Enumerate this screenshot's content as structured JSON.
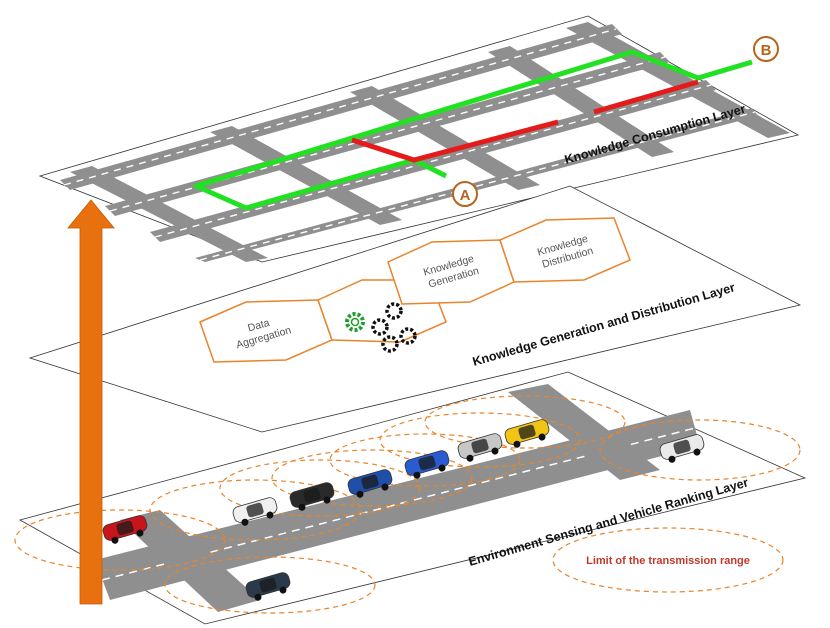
{
  "layers": {
    "consumption": "Knowledge Consumption Layer",
    "generation": "Knowledge Generation and Distribution Layer",
    "sensing": "Environment Sensing and Vehicle Ranking Layer"
  },
  "points": {
    "a": "A",
    "b": "B"
  },
  "stages": {
    "aggregation": [
      "Data",
      "Aggregation"
    ],
    "generation": [
      "Knowledge",
      "Generation"
    ],
    "distribution": [
      "Knowledge",
      "Distribution"
    ]
  },
  "legend": {
    "range": "Limit of the transmission range"
  },
  "colors": {
    "arrow": "#e8700f",
    "route_good": "#22e022",
    "route_bad": "#e41b1b",
    "hex_stroke": "#e8842c",
    "road": "#8f8f8f",
    "point_label": "#b5651d"
  },
  "vehicles": [
    {
      "name": "red-sports-car",
      "color": "#c8151b"
    },
    {
      "name": "dark-sedan",
      "color": "#2b3a4a"
    },
    {
      "name": "white-mustang",
      "color": "#f0f0f0"
    },
    {
      "name": "black-mustang",
      "color": "#2a2a2a"
    },
    {
      "name": "blue-mustang",
      "color": "#1f4fa8"
    },
    {
      "name": "blue-supercar",
      "color": "#2a5bd0"
    },
    {
      "name": "silver-sedan",
      "color": "#c7c7c7"
    },
    {
      "name": "yellow-sports-car",
      "color": "#f2c514"
    },
    {
      "name": "white-mustang-right",
      "color": "#eaeaea"
    }
  ]
}
